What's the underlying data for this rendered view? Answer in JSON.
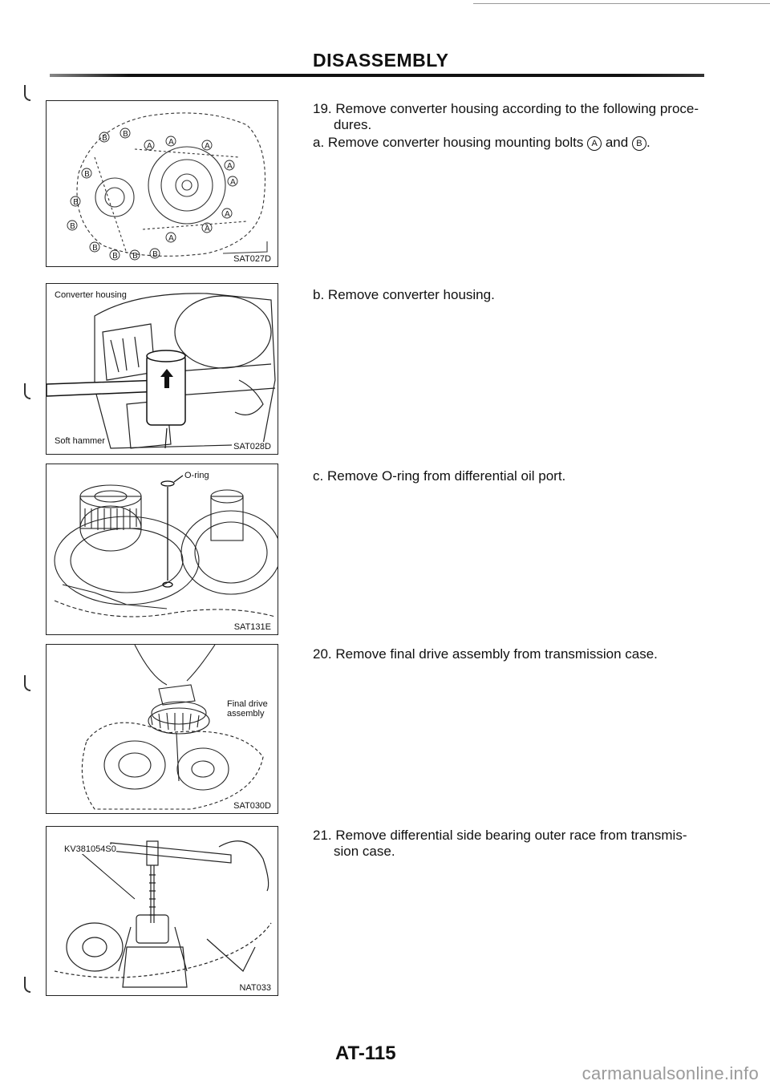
{
  "page": {
    "section_title": "DISASSEMBLY",
    "page_number": "AT-115",
    "footer_watermark": "carmanualsonline.info"
  },
  "figures": [
    {
      "code": "SAT027D",
      "labels": []
    },
    {
      "code": "SAT028D",
      "labels": [
        "Converter housing",
        "Soft hammer"
      ]
    },
    {
      "code": "SAT131E",
      "labels": [
        "O-ring"
      ]
    },
    {
      "code": "SAT030D",
      "labels": [
        "Final drive",
        "assembly"
      ]
    },
    {
      "code": "NAT033",
      "labels": [
        "KV381054S0"
      ]
    }
  ],
  "steps": [
    {
      "num": "19.",
      "line1": "Remove converter housing according to the following proce-",
      "line2": "dures."
    },
    {
      "num": "a.",
      "text_before": "Remove converter housing mounting bolts",
      "mark_a": "A",
      "and_word": "and",
      "mark_b": "B",
      "text_after": "."
    },
    {
      "num": "b.",
      "text": "Remove converter housing."
    },
    {
      "num": "c.",
      "text": "Remove O-ring from differential oil port."
    },
    {
      "num": "20.",
      "text": "Remove final drive assembly from transmission case."
    },
    {
      "num": "21.",
      "line1": "Remove differential side bearing outer race from transmis-",
      "line2": "sion case."
    }
  ]
}
